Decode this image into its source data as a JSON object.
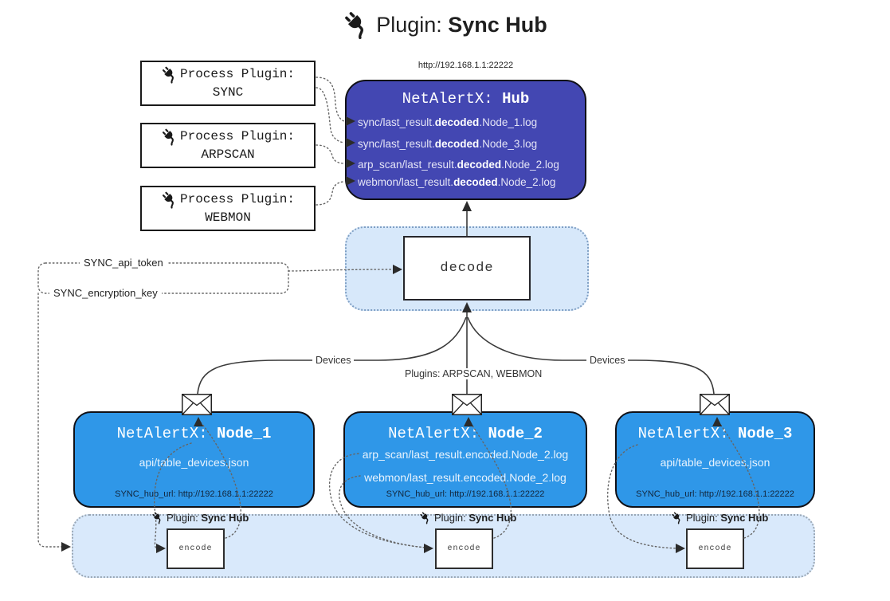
{
  "title": {
    "pre": "Plugin: ",
    "bold": "Sync Hub"
  },
  "process_plugins": [
    {
      "label": "Process Plugin:",
      "name": "SYNC"
    },
    {
      "label": "Process Plugin:",
      "name": "ARPSCAN"
    },
    {
      "label": "Process Plugin:",
      "name": "WEBMON"
    }
  ],
  "hub": {
    "url": "http://192.168.1.1:22222",
    "title_pre": "NetAlertX: ",
    "title_bold": "Hub",
    "lines": [
      {
        "pre": "sync/last_result.",
        "bold": "decoded",
        "post": ".Node_1.log"
      },
      {
        "pre": "sync/last_result.",
        "bold": "decoded",
        "post": ".Node_3.log"
      },
      {
        "pre": "arp_scan/last_result.",
        "bold": "decoded",
        "post": ".Node_2.log"
      },
      {
        "pre": "webmon/last_result.",
        "bold": "decoded",
        "post": ".Node_2.log"
      }
    ]
  },
  "decode": {
    "label": "decode"
  },
  "secrets": {
    "api_token": "SYNC_api_token",
    "encryption_key": "SYNC_encryption_key"
  },
  "edges": {
    "devices_left": "Devices",
    "devices_right": "Devices",
    "plugins_mid": "Plugins: ARPSCAN, WEBMON"
  },
  "nodes": [
    {
      "title_pre": "NetAlertX: ",
      "title_bold": "Node_1",
      "line1": "api/table_devices.json",
      "hub_url": "SYNC_hub_url: http://192.168.1.1:22222"
    },
    {
      "title_pre": "NetAlertX: ",
      "title_bold": "Node_2",
      "line1": "arp_scan/last_result.encoded.Node_2.log",
      "line2": "webmon/last_result.encoded.Node_2.log",
      "hub_url": "SYNC_hub_url: http://192.168.1.1:22222"
    },
    {
      "title_pre": "NetAlertX: ",
      "title_bold": "Node_3",
      "line1": "api/table_devices.json",
      "hub_url": "SYNC_hub_url: http://192.168.1.1:22222"
    }
  ],
  "encoders": [
    {
      "label_pre": "Plugin: ",
      "label_bold": "Sync Hub",
      "box": "encode"
    },
    {
      "label_pre": "Plugin: ",
      "label_bold": "Sync Hub",
      "box": "encode"
    },
    {
      "label_pre": "Plugin: ",
      "label_bold": "Sync Hub",
      "box": "encode"
    }
  ],
  "colors": {
    "hub_fill": "#4347b2",
    "node_fill": "#2f97e8",
    "band_fill": "#d7e8fa",
    "band_border": "#7f9fc4",
    "light_text": "#e4e4f6"
  }
}
